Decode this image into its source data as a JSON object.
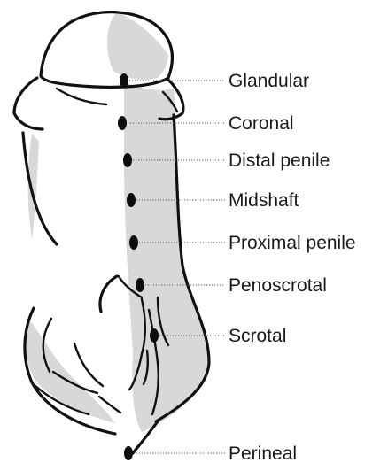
{
  "colors": {
    "outline": "#111111",
    "shading": "#d8d8d8",
    "background": "#ffffff"
  },
  "labels": [
    "Glandular",
    "Coronal",
    "Distal penile",
    "Midshaft",
    "Proximal penile",
    "Penoscrotal",
    "Scrotal",
    "Perineal"
  ]
}
